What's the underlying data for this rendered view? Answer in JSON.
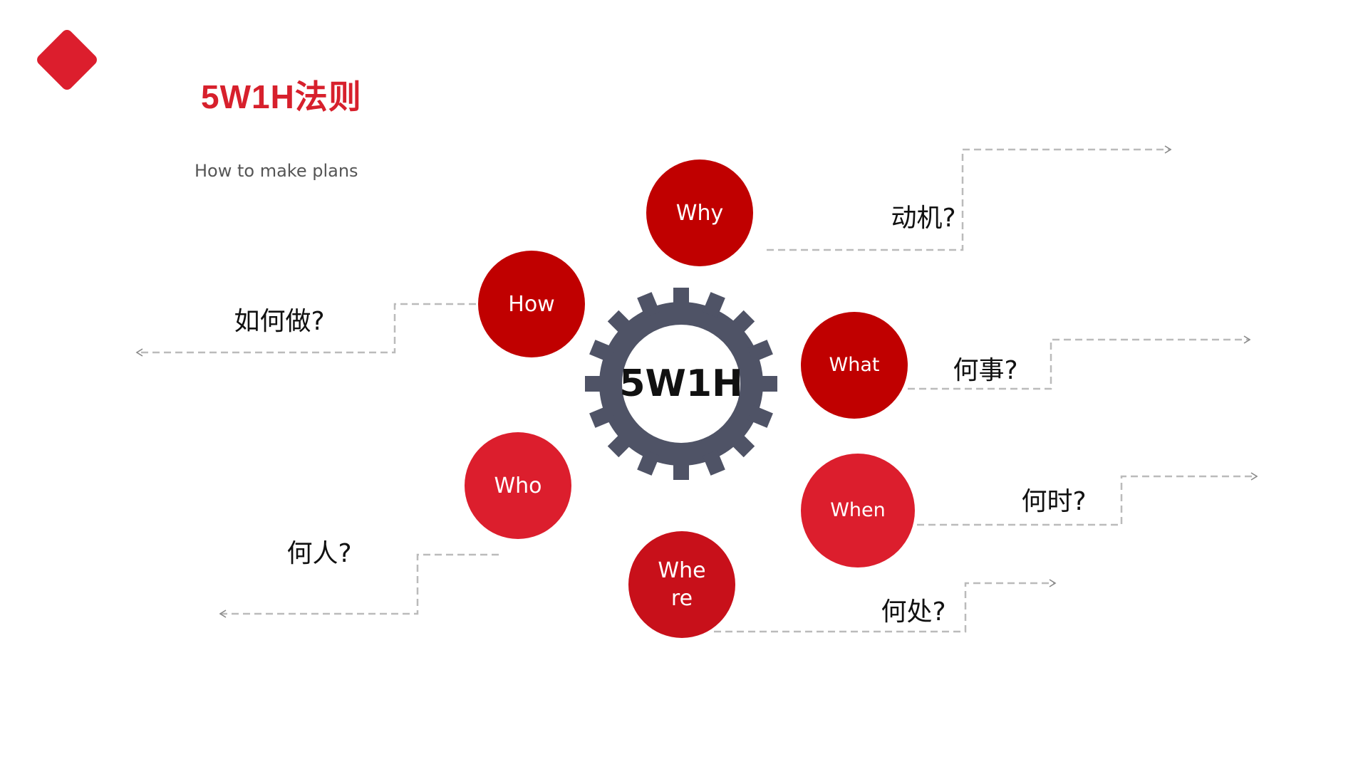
{
  "header": {
    "title": "5W1H法则",
    "subtitle": "How to make plans"
  },
  "center": {
    "label": "5W1H",
    "gear_color": "#4f5366"
  },
  "colors": {
    "dark_red": "#c00000",
    "red": "#dc1e2d",
    "line": "#bbbbbb"
  },
  "items": [
    {
      "key": "why",
      "label": "Why",
      "question": "动机?"
    },
    {
      "key": "how",
      "label": "How",
      "question": "如何做?"
    },
    {
      "key": "what",
      "label": "What",
      "question": "何事?"
    },
    {
      "key": "who",
      "label": "Who",
      "question": "何人?"
    },
    {
      "key": "when",
      "label": "When",
      "question": "何时?"
    },
    {
      "key": "where",
      "label": "Whe re",
      "question": "何处?"
    }
  ]
}
